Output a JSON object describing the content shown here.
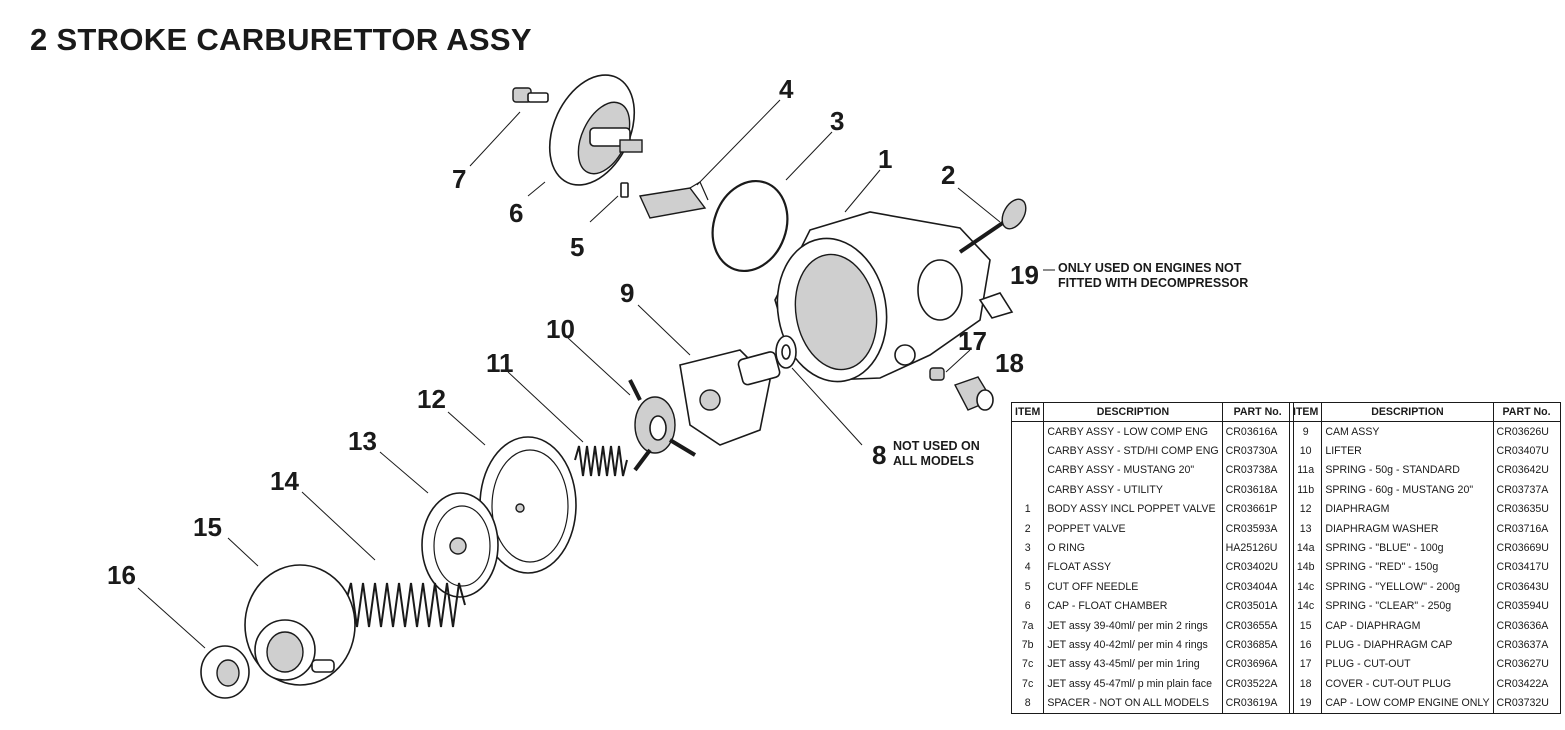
{
  "title": "2 STROKE CARBURETTOR ASSY",
  "callouts": {
    "c1": "1",
    "c2": "2",
    "c3": "3",
    "c4": "4",
    "c5": "5",
    "c6": "6",
    "c7": "7",
    "c8": "8",
    "c9": "9",
    "c10": "10",
    "c11": "11",
    "c12": "12",
    "c13": "13",
    "c14": "14",
    "c15": "15",
    "c16": "16",
    "c17": "17",
    "c18": "18",
    "c19": "19"
  },
  "notes": {
    "note19_line1": "ONLY USED ON ENGINES NOT",
    "note19_line2": "FITTED WITH DECOMPRESSOR",
    "note8_line1": "NOT USED ON",
    "note8_line2": "ALL MODELS"
  },
  "table_headers": {
    "item": "ITEM",
    "description": "DESCRIPTION",
    "part_no": "PART No."
  },
  "parts_left": [
    {
      "item": "",
      "description": "CARBY ASSY - LOW COMP ENG",
      "part_no": "CR03616A"
    },
    {
      "item": "",
      "description": "CARBY ASSY - STD/HI COMP ENG",
      "part_no": "CR03730A"
    },
    {
      "item": "",
      "description": "CARBY ASSY - MUSTANG 20\"",
      "part_no": "CR03738A"
    },
    {
      "item": "",
      "description": "CARBY ASSY - UTILITY",
      "part_no": "CR03618A"
    },
    {
      "item": "1",
      "description": "BODY ASSY INCL POPPET VALVE",
      "part_no": "CR03661P"
    },
    {
      "item": "2",
      "description": "POPPET VALVE",
      "part_no": "CR03593A"
    },
    {
      "item": "3",
      "description": "O RING",
      "part_no": "HA25126U"
    },
    {
      "item": "4",
      "description": "FLOAT ASSY",
      "part_no": "CR03402U"
    },
    {
      "item": "5",
      "description": "CUT OFF NEEDLE",
      "part_no": "CR03404A"
    },
    {
      "item": "6",
      "description": "CAP - FLOAT CHAMBER",
      "part_no": "CR03501A"
    },
    {
      "item": "7a",
      "description": "JET assy 39-40ml/ per min 2 rings",
      "part_no": "CR03655A"
    },
    {
      "item": "7b",
      "description": "JET assy 40-42ml/ per min 4 rings",
      "part_no": "CR03685A"
    },
    {
      "item": "7c",
      "description": "JET assy 43-45ml/ per min 1ring",
      "part_no": "CR03696A"
    },
    {
      "item": "7c",
      "description": "JET assy 45-47ml/ p min plain face",
      "part_no": "CR03522A"
    },
    {
      "item": "8",
      "description": "SPACER - NOT ON ALL MODELS",
      "part_no": "CR03619A"
    }
  ],
  "parts_right": [
    {
      "item": "9",
      "description": "CAM ASSY",
      "part_no": "CR03626U"
    },
    {
      "item": "10",
      "description": "LIFTER",
      "part_no": "CR03407U"
    },
    {
      "item": "11a",
      "description": "SPRING - 50g - STANDARD",
      "part_no": "CR03642U"
    },
    {
      "item": "11b",
      "description": "SPRING - 60g - MUSTANG 20\"",
      "part_no": "CR03737A"
    },
    {
      "item": "12",
      "description": "DIAPHRAGM",
      "part_no": "CR03635U"
    },
    {
      "item": "13",
      "description": "DIAPHRAGM WASHER",
      "part_no": "CR03716A"
    },
    {
      "item": "14a",
      "description": "SPRING - \"BLUE\" - 100g",
      "part_no": "CR03669U"
    },
    {
      "item": "14b",
      "description": "SPRING - \"RED\" - 150g",
      "part_no": "CR03417U"
    },
    {
      "item": "14c",
      "description": "SPRING - \"YELLOW\" - 200g",
      "part_no": "CR03643U"
    },
    {
      "item": "14c",
      "description": "SPRING - \"CLEAR\" - 250g",
      "part_no": "CR03594U"
    },
    {
      "item": "15",
      "description": "CAP - DIAPHRAGM",
      "part_no": "CR03636A"
    },
    {
      "item": "16",
      "description": "PLUG - DIAPHRAGM CAP",
      "part_no": "CR03637A"
    },
    {
      "item": "17",
      "description": "PLUG - CUT-OUT",
      "part_no": "CR03627U"
    },
    {
      "item": "18",
      "description": "COVER - CUT-OUT PLUG",
      "part_no": "CR03422A"
    },
    {
      "item": "19",
      "description": "CAP - LOW COMP ENGINE ONLY",
      "part_no": "CR03732U"
    }
  ]
}
